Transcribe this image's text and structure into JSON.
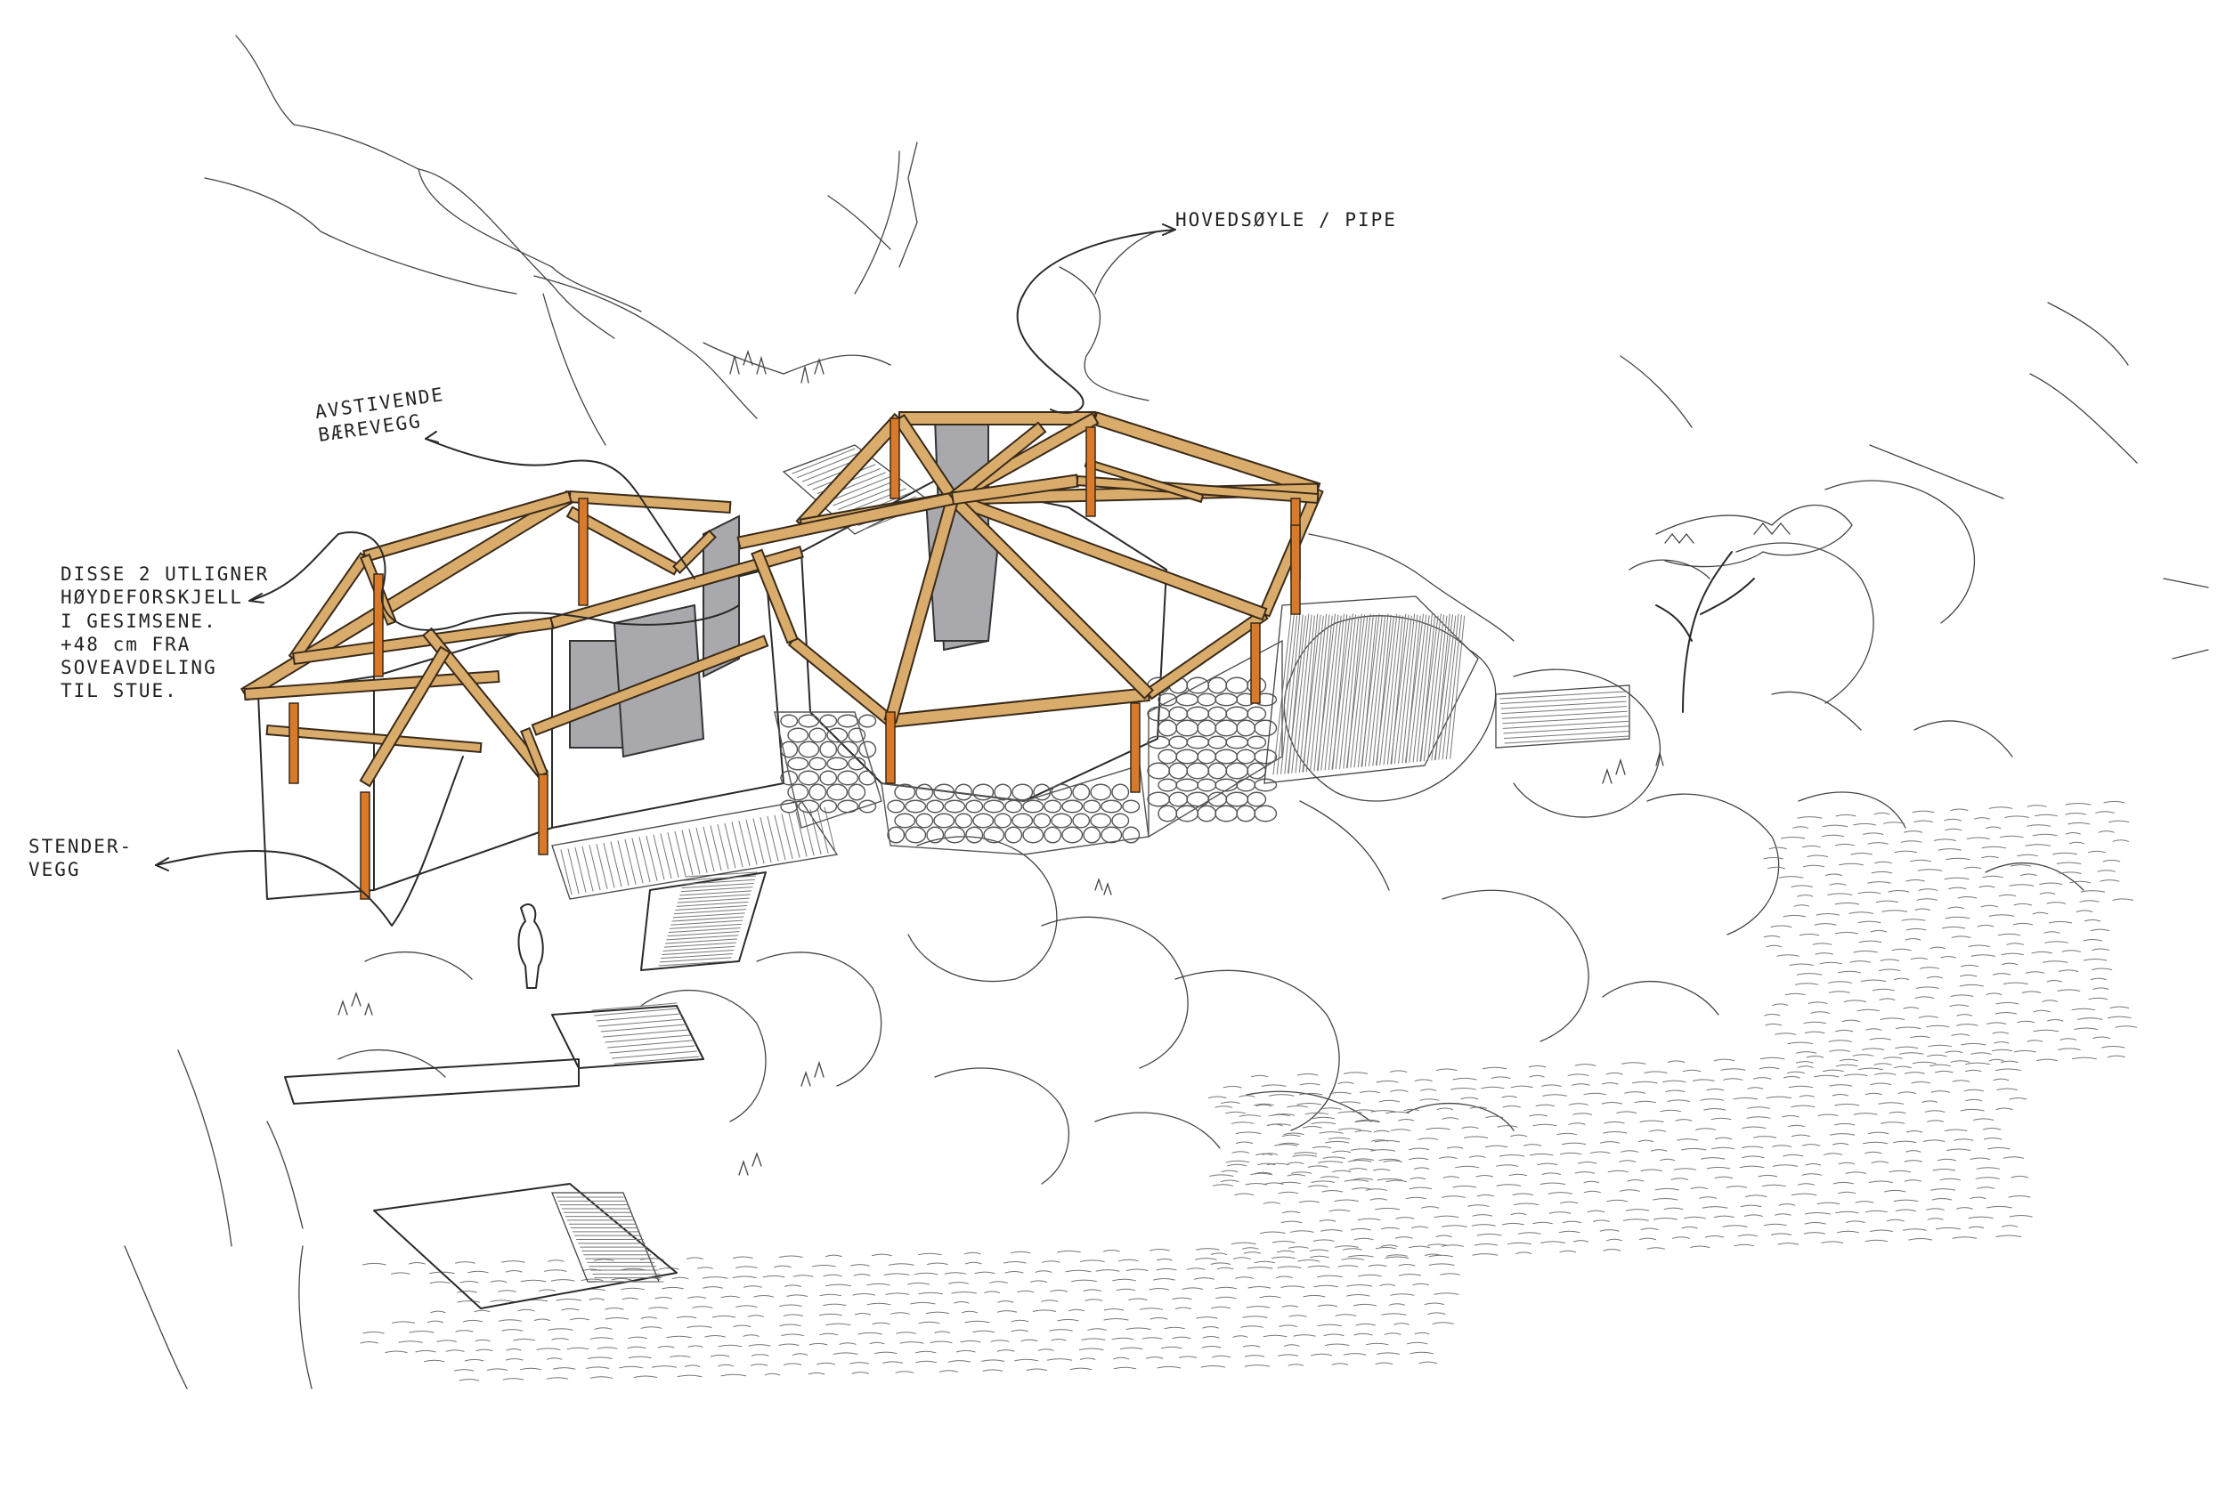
{
  "annotations": {
    "hovedsoyle": "HOVEDSØYLE / PIPE",
    "avstivende": [
      "AVSTIVENDE",
      "BÆREVEGG"
    ],
    "disse": [
      "DISSE 2 UTLIGNER",
      "HØYDEFORSKJELL",
      "I GESIMSENE.",
      "+48 cm FRA",
      "SOVEAVDELING",
      "TIL STUE."
    ],
    "stender": [
      "STENDER-",
      "VEGG"
    ]
  },
  "colors": {
    "timber": "#d9ac6c",
    "posts": "#d97a2a",
    "chimney": "#a9a9ad",
    "ink": "#2a2a2a"
  }
}
